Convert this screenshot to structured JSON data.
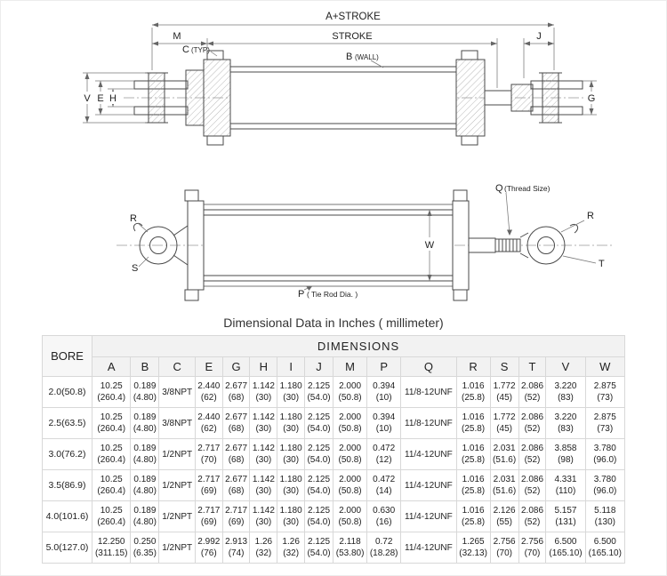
{
  "caption": "Dimensional Data in Inches ( millimeter)",
  "drawing1": {
    "dim_a_stroke": "A+STROKE",
    "dim_stroke": "STROKE",
    "dim_m": "M",
    "dim_j": "J",
    "label_c": "C",
    "label_c_note": "(TYP)",
    "label_b": "B",
    "label_b_note": "(WALL)",
    "dim_v": "V",
    "dim_e": "E",
    "dim_h": "H",
    "dim_g": "G"
  },
  "drawing2": {
    "label_q": "Q",
    "label_q_note": "(Thread Size)",
    "dim_r_left": "R",
    "dim_r_right": "R",
    "dim_s": "S",
    "dim_t": "T",
    "dim_w": "W",
    "label_p": "P",
    "label_p_note": "( Tie Rod Dia. )"
  },
  "table": {
    "bore_header": "BORE",
    "dimensions_header": "DIMENSIONS",
    "columns": [
      "A",
      "B",
      "C",
      "E",
      "G",
      "H",
      "I",
      "J",
      "M",
      "P",
      "Q",
      "R",
      "S",
      "T",
      "V",
      "W"
    ],
    "rows": [
      {
        "bore": "2.0(50.8)",
        "values": [
          "10.25\n(260.4)",
          "0.189\n(4.80)",
          "3/8NPT",
          "2.440\n(62)",
          "2.677\n(68)",
          "1.142\n(30)",
          "1.180\n(30)",
          "2.125\n(54.0)",
          "2.000\n(50.8)",
          "0.394\n(10)",
          "11/8-12UNF",
          "1.016\n(25.8)",
          "1.772\n(45)",
          "2.086\n(52)",
          "3.220\n(83)",
          "2.875\n(73)"
        ]
      },
      {
        "bore": "2.5(63.5)",
        "values": [
          "10.25\n(260.4)",
          "0.189\n(4.80)",
          "3/8NPT",
          "2.440\n(62)",
          "2.677\n(68)",
          "1.142\n(30)",
          "1.180\n(30)",
          "2.125\n(54.0)",
          "2.000\n(50.8)",
          "0.394\n(10)",
          "11/8-12UNF",
          "1.016\n(25.8)",
          "1.772\n(45)",
          "2.086\n(52)",
          "3.220\n(83)",
          "2.875\n(73)"
        ]
      },
      {
        "bore": "3.0(76.2)",
        "values": [
          "10.25\n(260.4)",
          "0.189\n(4.80)",
          "1/2NPT",
          "2.717\n(70)",
          "2.677\n(68)",
          "1.142\n(30)",
          "1.180\n(30)",
          "2.125\n(54.0)",
          "2.000\n(50.8)",
          "0.472\n(12)",
          "11/4-12UNF",
          "1.016\n(25.8)",
          "2.031\n(51.6)",
          "2.086\n(52)",
          "3.858\n(98)",
          "3.780\n(96.0)"
        ]
      },
      {
        "bore": "3.5(86.9)",
        "values": [
          "10.25\n(260.4)",
          "0.189\n(4.80)",
          "1/2NPT",
          "2.717\n(69)",
          "2.677\n(68)",
          "1.142\n(30)",
          "1.180\n(30)",
          "2.125\n(54.0)",
          "2.000\n(50.8)",
          "0.472\n(14)",
          "11/4-12UNF",
          "1.016\n(25.8)",
          "2.031\n(51.6)",
          "2.086\n(52)",
          "4.331\n(110)",
          "3.780\n(96.0)"
        ]
      },
      {
        "bore": "4.0(101.6)",
        "values": [
          "10.25\n(260.4)",
          "0.189\n(4.80)",
          "1/2NPT",
          "2.717\n(69)",
          "2.717\n(69)",
          "1.142\n(30)",
          "1.180\n(30)",
          "2.125\n(54.0)",
          "2.000\n(50.8)",
          "0.630\n(16)",
          "11/4-12UNF",
          "1.016\n(25.8)",
          "2.126\n(55)",
          "2.086\n(52)",
          "5.157\n(131)",
          "5.118\n(130)"
        ]
      },
      {
        "bore": "5.0(127.0)",
        "values": [
          "12.250\n(311.15)",
          "0.250\n(6.35)",
          "1/2NPT",
          "2.992\n(76)",
          "2.913\n(74)",
          "1.26\n(32)",
          "1.26\n(32)",
          "2.125\n(54.0)",
          "2.118\n(53.80)",
          "0.72\n(18.28)",
          "11/4-12UNF",
          "1.265\n(32.13)",
          "2.756\n(70)",
          "2.756\n(70)",
          "6.500\n(165.10)",
          "6.500\n(165.10)"
        ]
      }
    ]
  }
}
